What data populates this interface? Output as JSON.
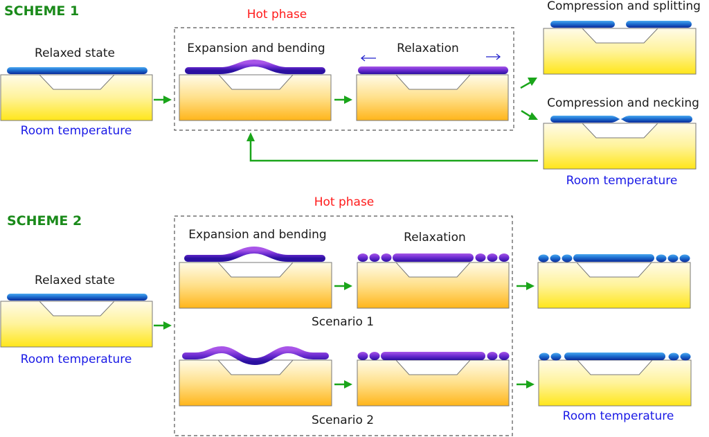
{
  "colors": {
    "scheme_title": "#1a8a1a",
    "hot_phase": "#ff1a1a",
    "room_temperature": "#1a1ae6",
    "arrow": "#1aa51a",
    "film_cool": "#1e6fd0",
    "film_hot": "#6a2bd0",
    "substrate_cool": "#ffe81a",
    "substrate_hot": "#ffb81a"
  },
  "scheme1": {
    "title": "SCHEME 1",
    "hot_phase_label": "Hot phase",
    "relaxed_label": "Relaxed state",
    "room_temp_left": "Room temperature",
    "expansion_label": "Expansion and bending",
    "relaxation_label": "Relaxation",
    "splitting_label": "Compression and splitting",
    "necking_label": "Compression and necking",
    "room_temp_right": "Room temperature"
  },
  "scheme2": {
    "title": "SCHEME 2",
    "hot_phase_label": "Hot phase",
    "relaxed_label": "Relaxed state",
    "room_temp_left": "Room temperature",
    "expansion_label": "Expansion and bending",
    "relaxation_label": "Relaxation",
    "scenario1_label": "Scenario 1",
    "scenario2_label": "Scenario 2",
    "room_temp_right": "Room temperature"
  }
}
